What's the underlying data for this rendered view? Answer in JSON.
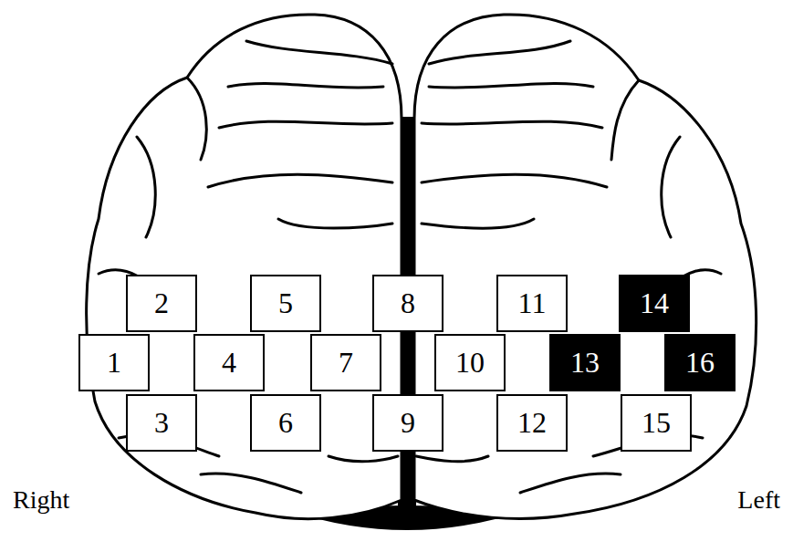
{
  "diagram": {
    "nodes": [
      {
        "text": [
          "1"
        ]
      },
      {
        "text": [
          "2"
        ]
      },
      {
        "text": [
          "3"
        ]
      },
      {
        "text": [
          "4"
        ]
      },
      {
        "text": [
          "5"
        ]
      },
      {
        "text": [
          "6"
        ]
      },
      {
        "text": [
          "7"
        ]
      },
      {
        "text": [
          "8"
        ]
      },
      {
        "text": [
          "9"
        ]
      },
      {
        "text": [
          "10"
        ]
      },
      {
        "text": [
          "11"
        ]
      },
      {
        "text": [
          "12"
        ]
      },
      {
        "text": [
          "13"
        ]
      },
      {
        "text": [
          "14"
        ]
      },
      {
        "text": [
          "15"
        ]
      },
      {
        "text": [
          "16"
        ]
      }
    ],
    "labels": [
      "Right",
      "Left"
    ]
  }
}
